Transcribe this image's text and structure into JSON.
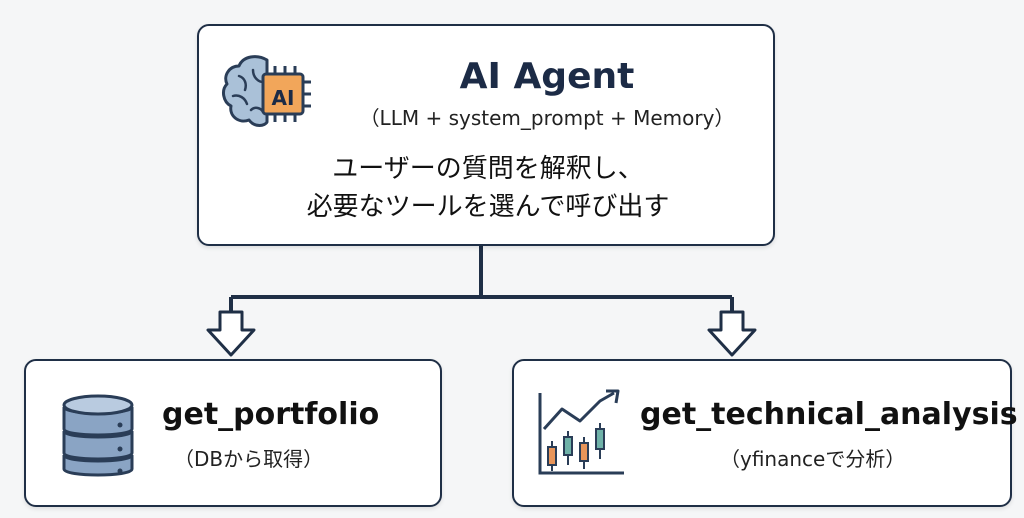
{
  "agent": {
    "title": "AI Agent",
    "subtitle": "（LLM + system_prompt + Memory）",
    "description_lines": [
      "ユーザーの質問を解釈し、",
      "必要なツールを選んで呼び出す"
    ],
    "icon": "brain-chip-icon",
    "chip_label": "AI"
  },
  "tools": [
    {
      "name": "get_portfolio",
      "source": "（DBから取得）",
      "icon": "database-icon"
    },
    {
      "name": "get_technical_analysis",
      "source": "（yfinanceで分析）",
      "icon": "candlestick-chart-icon"
    }
  ],
  "colors": {
    "border": "#1f2f46",
    "chip": "#f2a65a",
    "brain": "#aac1d8",
    "database": "#8aa4c4",
    "candle_up": "#6fb2a8",
    "candle_down": "#e8955a"
  }
}
